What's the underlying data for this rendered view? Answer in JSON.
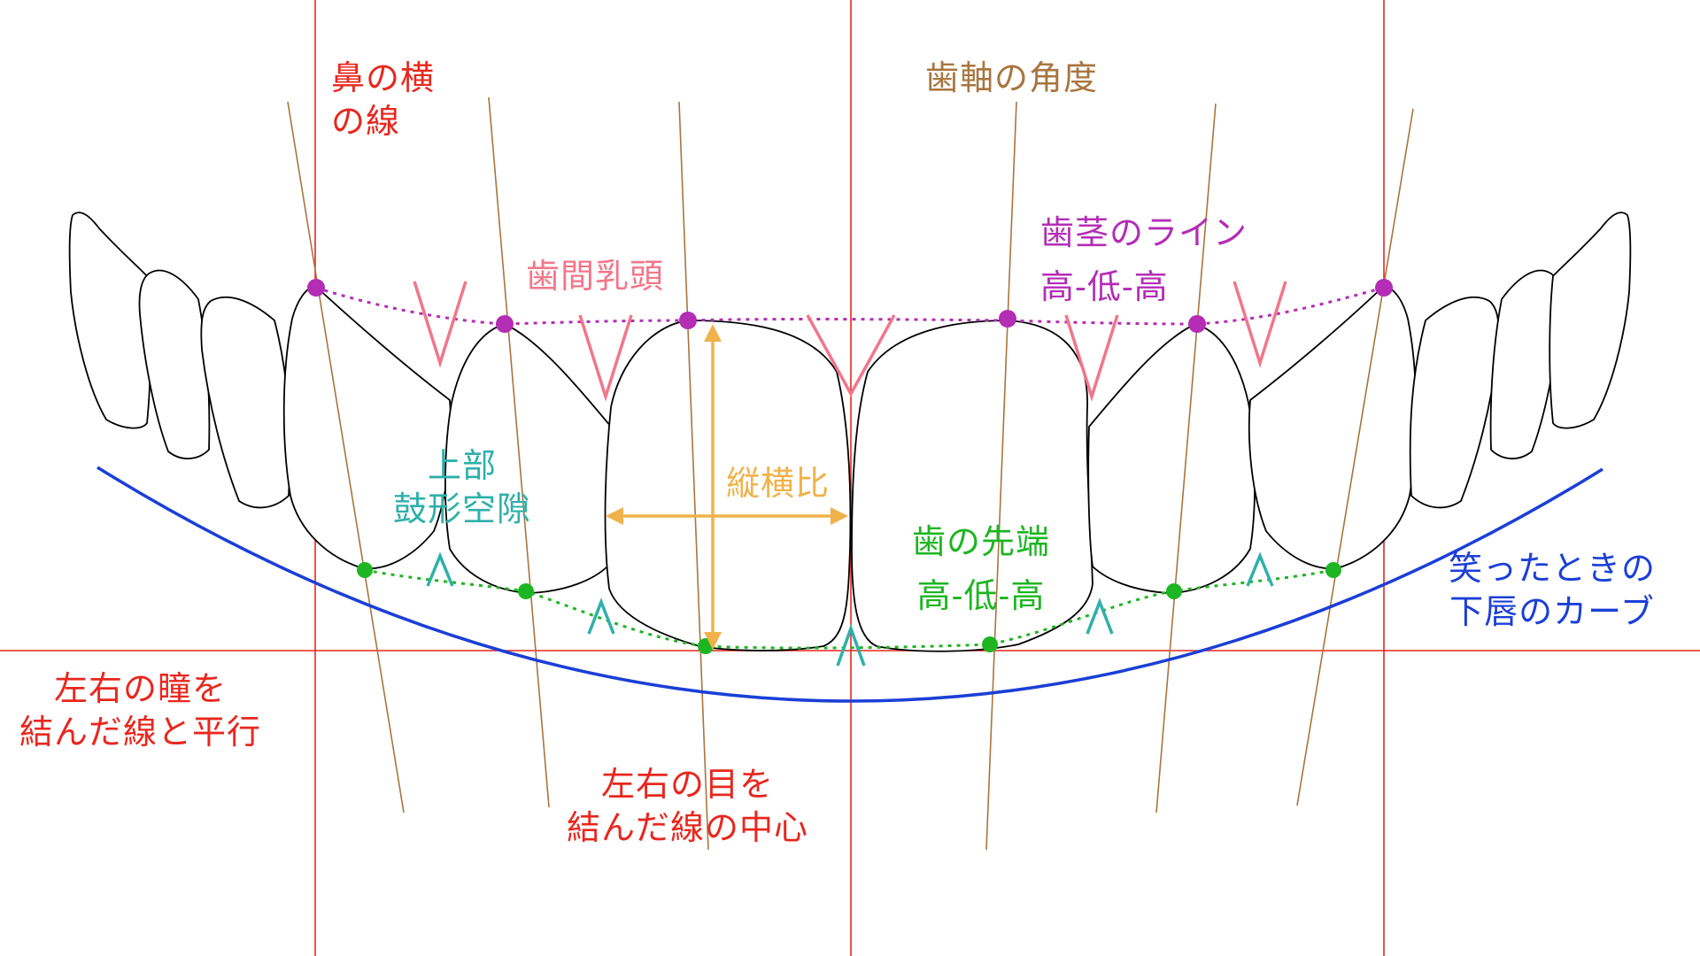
{
  "labels": {
    "nose_line_1": "鼻の横",
    "nose_line_2": "の線",
    "tooth_axis": "歯軸の角度",
    "gingival_line_title": "歯茎のライン",
    "gingival_line_pattern": "高-低-高",
    "interdental_papilla": "歯間乳頭",
    "upper_embrasure_1": "上部",
    "upper_embrasure_2": "鼓形空隙",
    "aspect_ratio": "縦横比",
    "incisal_edge_title": "歯の先端",
    "incisal_edge_pattern": "高-低-高",
    "smile_curve_1": "笑ったときの",
    "smile_curve_2": "下唇のカーブ",
    "pupil_line_1": "左右の瞳を",
    "pupil_line_2": "結んだ線と平行",
    "eye_center_1": "左右の目を",
    "eye_center_2": "結んだ線の中心"
  },
  "colors": {
    "reference_line": "#e8271e",
    "tooth_axis": "#a8753f",
    "gingival": "#b32db5",
    "papilla": "#f2768a",
    "embrasure": "#2fb0aa",
    "aspect": "#f0b24a",
    "incisal": "#1db521",
    "smile_curve": "#1b3fd6",
    "outline": "#000000"
  }
}
